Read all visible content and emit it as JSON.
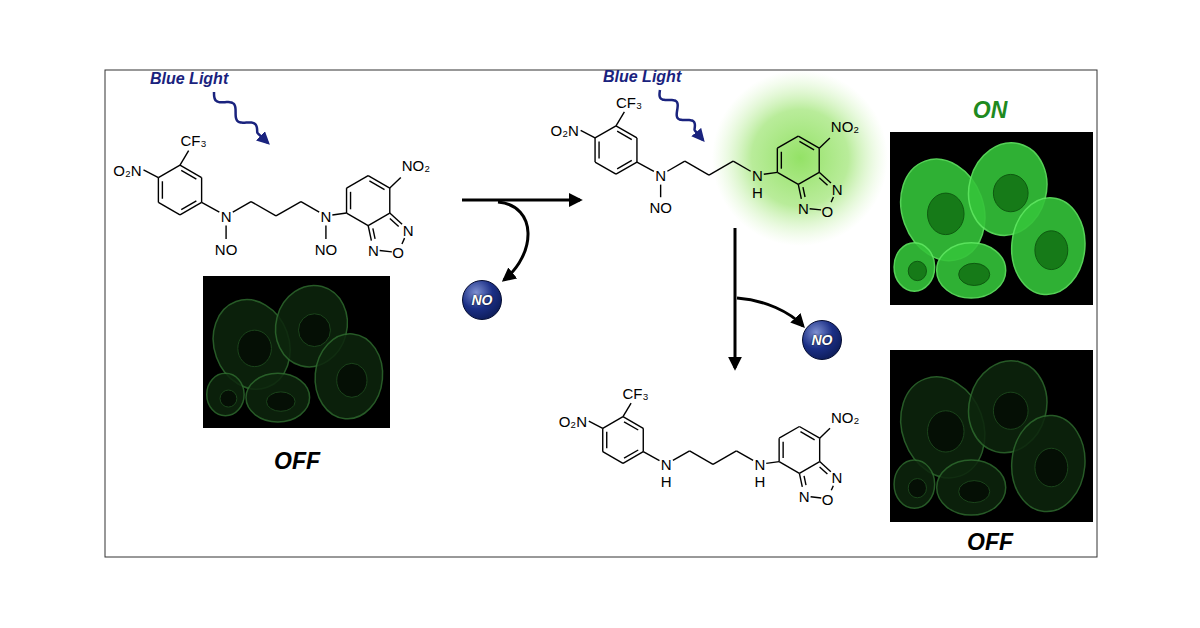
{
  "diagram": {
    "nodes": [
      {
        "text": [
          "NO"
        ]
      },
      {
        "text": [
          "NO"
        ]
      }
    ],
    "labels": [
      "Blue Light",
      "CF₃",
      "O₂N",
      "N",
      "NO",
      "N",
      "NO",
      "NO₂",
      "N",
      "N",
      "O",
      "OFF",
      "Blue Light",
      "CF₃",
      "O₂N",
      "N",
      "NO",
      "N",
      "H",
      "NO₂",
      "N",
      "N",
      "O",
      "ON",
      "CF₃",
      "O₂N",
      "N",
      "H",
      "N",
      "H",
      "NO₂",
      "N",
      "N",
      "O",
      "OFF"
    ]
  }
}
